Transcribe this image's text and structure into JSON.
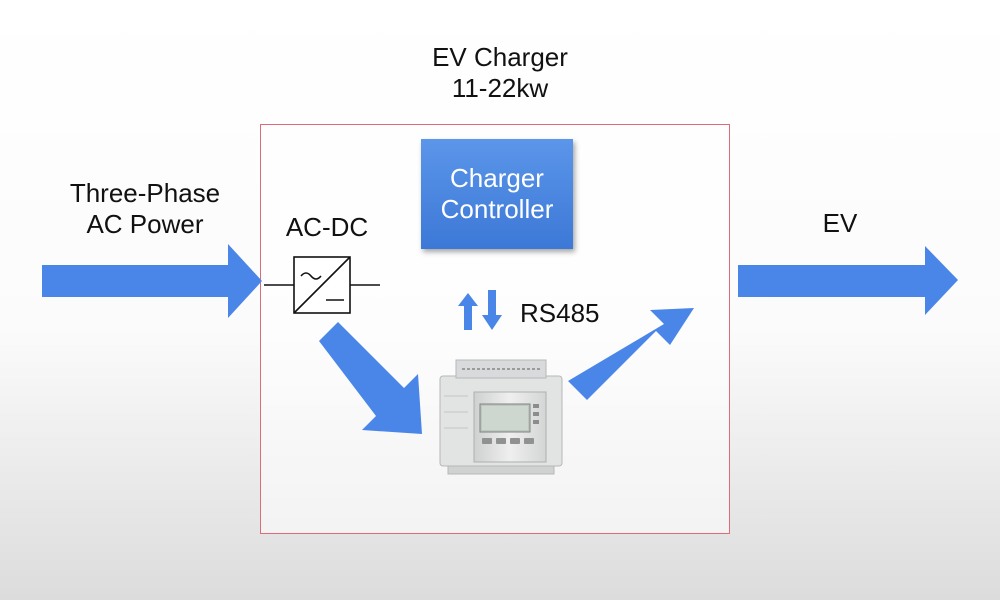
{
  "charger": {
    "title_line1": "EV Charger",
    "title_line2": "11-22kw"
  },
  "input": {
    "label_line1": "Three-Phase",
    "label_line2": "AC Power"
  },
  "converter": {
    "label": "AC-DC"
  },
  "controller": {
    "label_line1": "Charger",
    "label_line2": "Controller"
  },
  "communication": {
    "label": "RS485"
  },
  "output": {
    "label": "EV"
  },
  "colors": {
    "arrow_blue": "#4a86e8",
    "box_border": "#e06b78",
    "controller_blue": "#3c78d6"
  }
}
